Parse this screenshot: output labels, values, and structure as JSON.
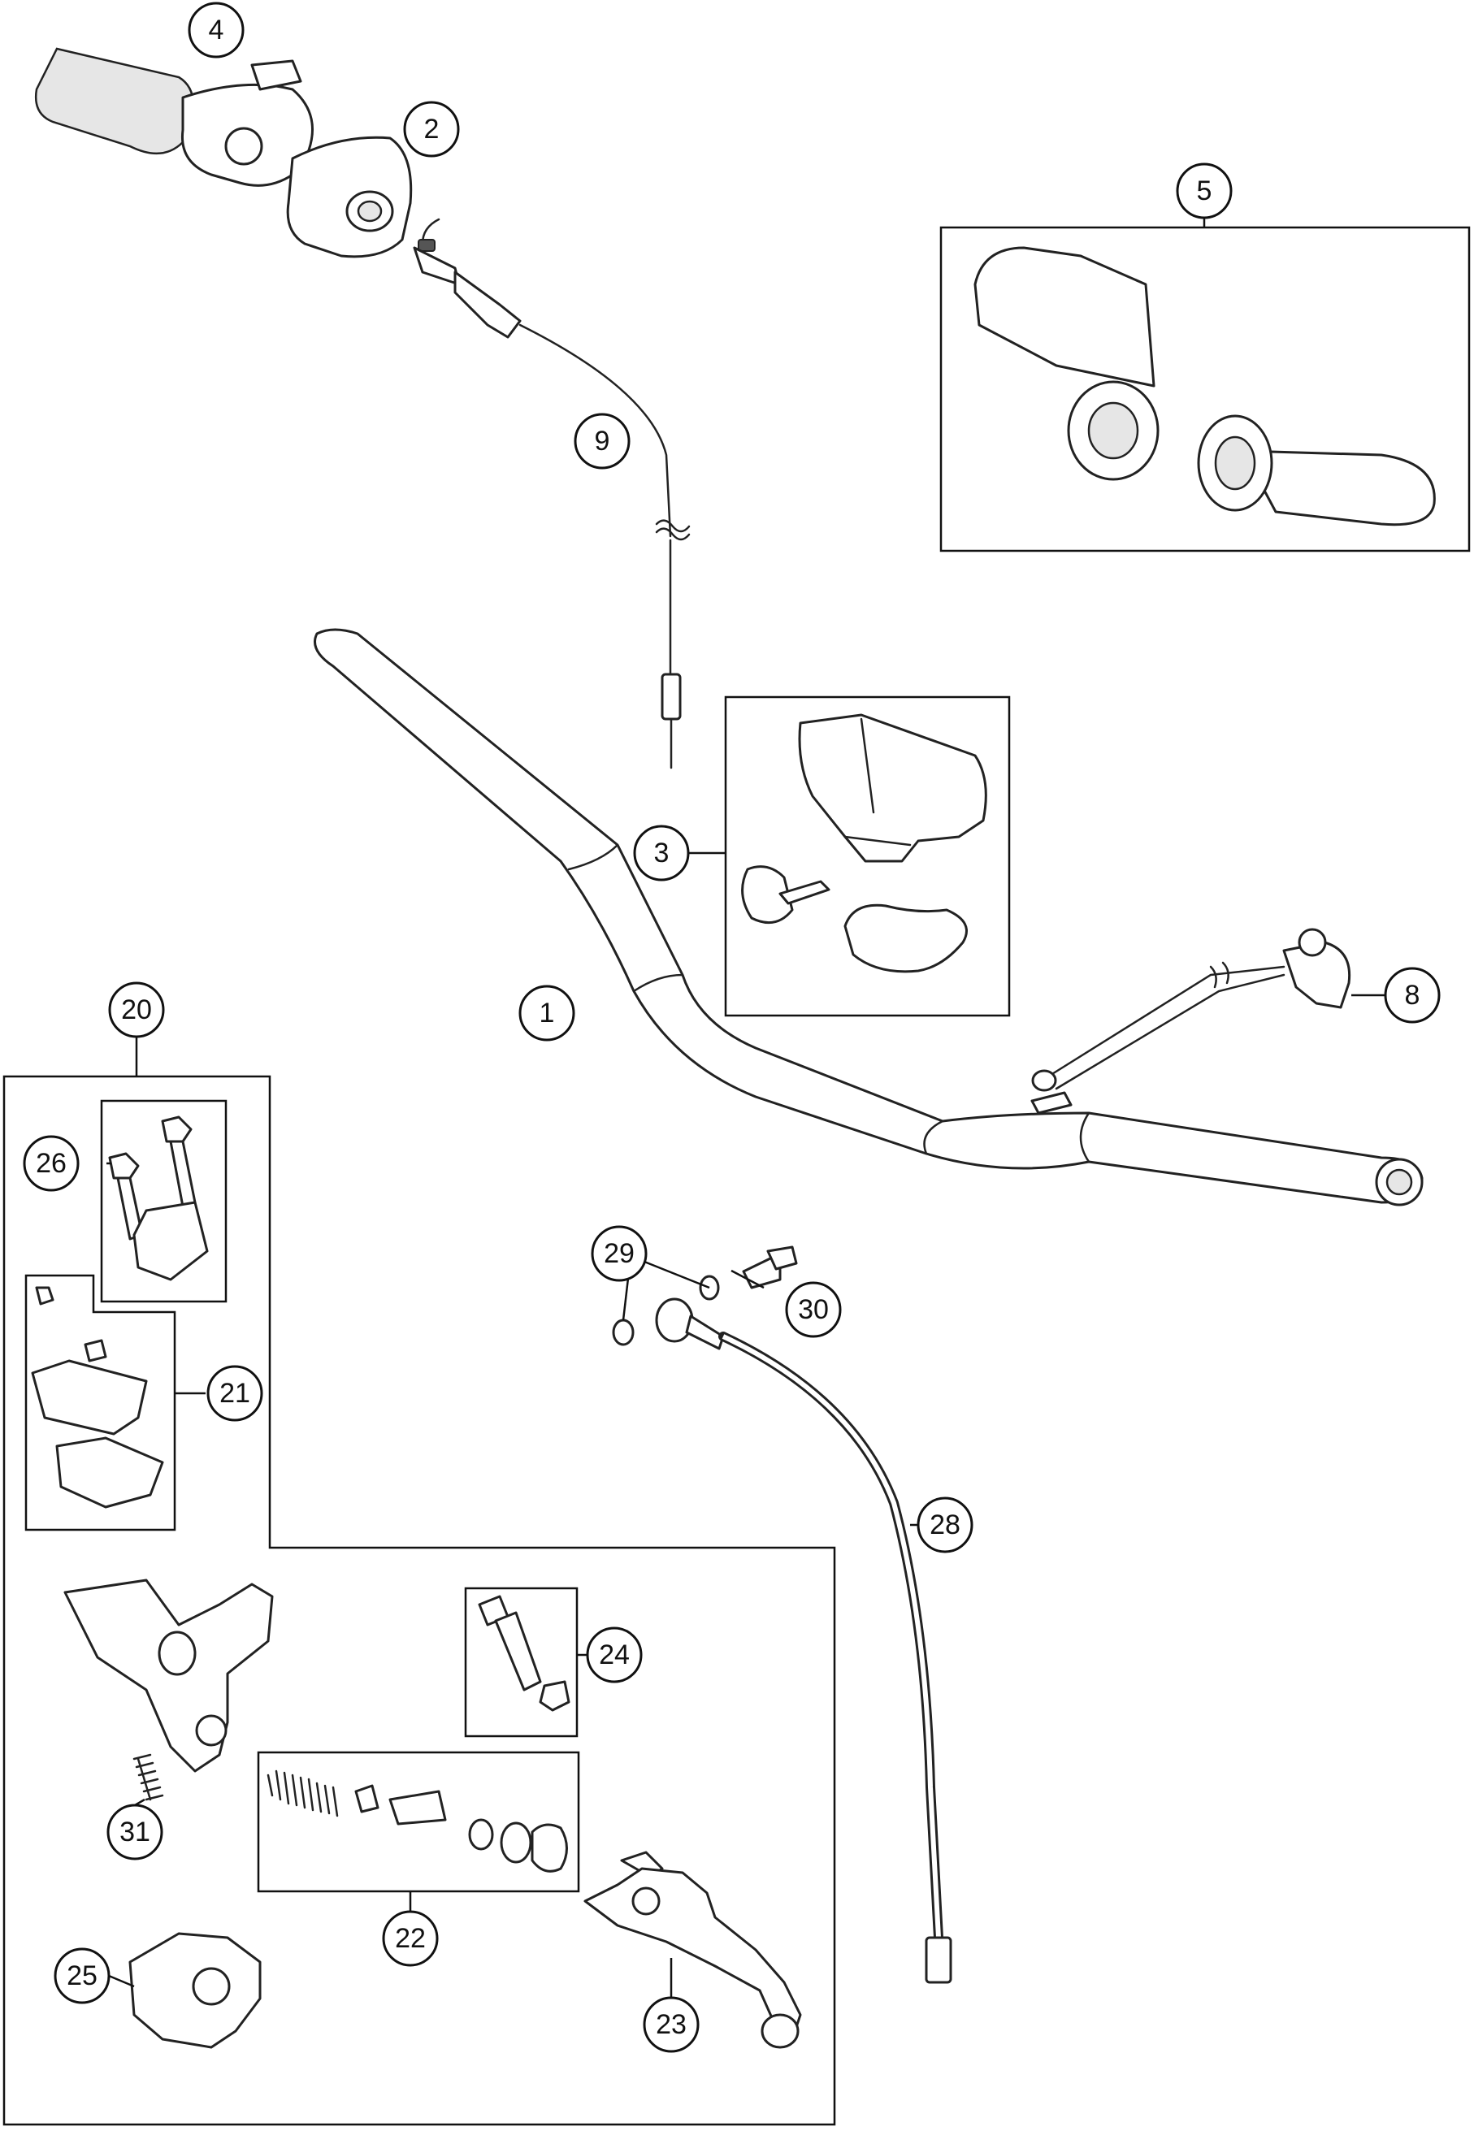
{
  "callouts": {
    "c1": "1",
    "c2": "2",
    "c3": "3",
    "c4": "4",
    "c5": "5",
    "c8": "8",
    "c9": "9",
    "c20": "20",
    "c21": "21",
    "c22": "22",
    "c23": "23",
    "c24": "24",
    "c25": "25",
    "c26": "26",
    "c28": "28",
    "c29": "29",
    "c30": "30",
    "c31": "31"
  }
}
